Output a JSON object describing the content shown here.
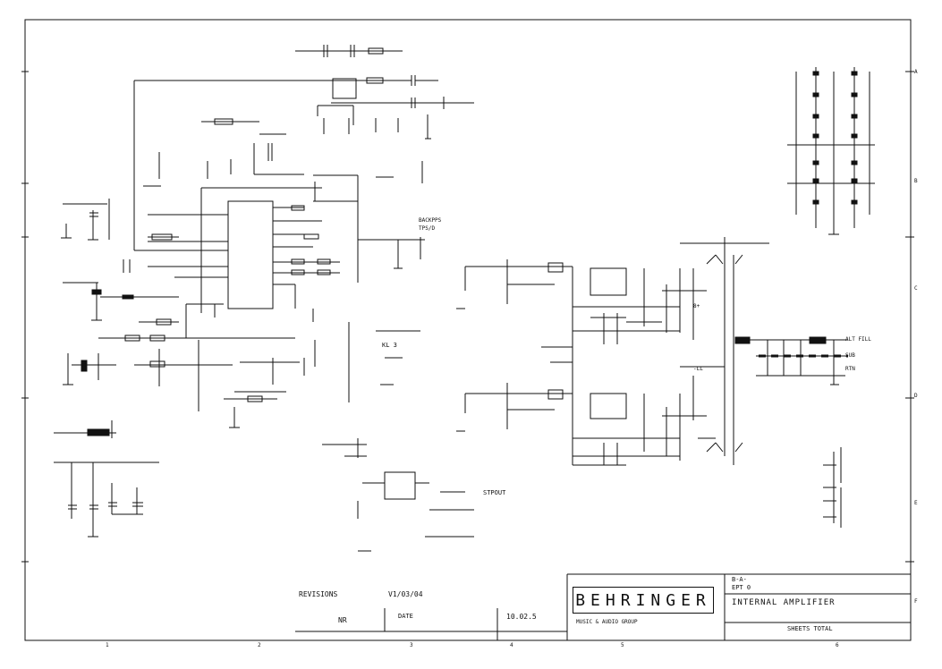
{
  "schematic": {
    "op_labels": {
      "a": "8+",
      "b": "-LL"
    },
    "right_labels": {
      "alt_fill": "ALT FILL",
      "sub": "SUB",
      "rtn": "RTN"
    },
    "ic_labels": {
      "kl": "KL 3"
    },
    "mid_labels": {
      "tl_ps": "BACKPPS",
      "tl_ps2": "TPS/D"
    },
    "control": {
      "stp_out": "STPOUT"
    },
    "revision": {
      "label": "REVISIONS",
      "number": "V1/03/04",
      "by": "NR",
      "date_label": "DATE",
      "date_value": "10.02.5"
    },
    "title_block": {
      "logo": "BEHRINGER",
      "subtitle": "MUSIC & AUDIO GROUP",
      "model_a": "B-A-",
      "model_b": "EPT 0",
      "title": "INTERNAL AMPLIFIER",
      "sheet": "SHEETS TOTAL"
    },
    "border_letters": [
      "A",
      "B",
      "C",
      "D",
      "E",
      "F"
    ],
    "border_numbers": [
      "1",
      "2",
      "3",
      "4",
      "5",
      "6"
    ]
  }
}
